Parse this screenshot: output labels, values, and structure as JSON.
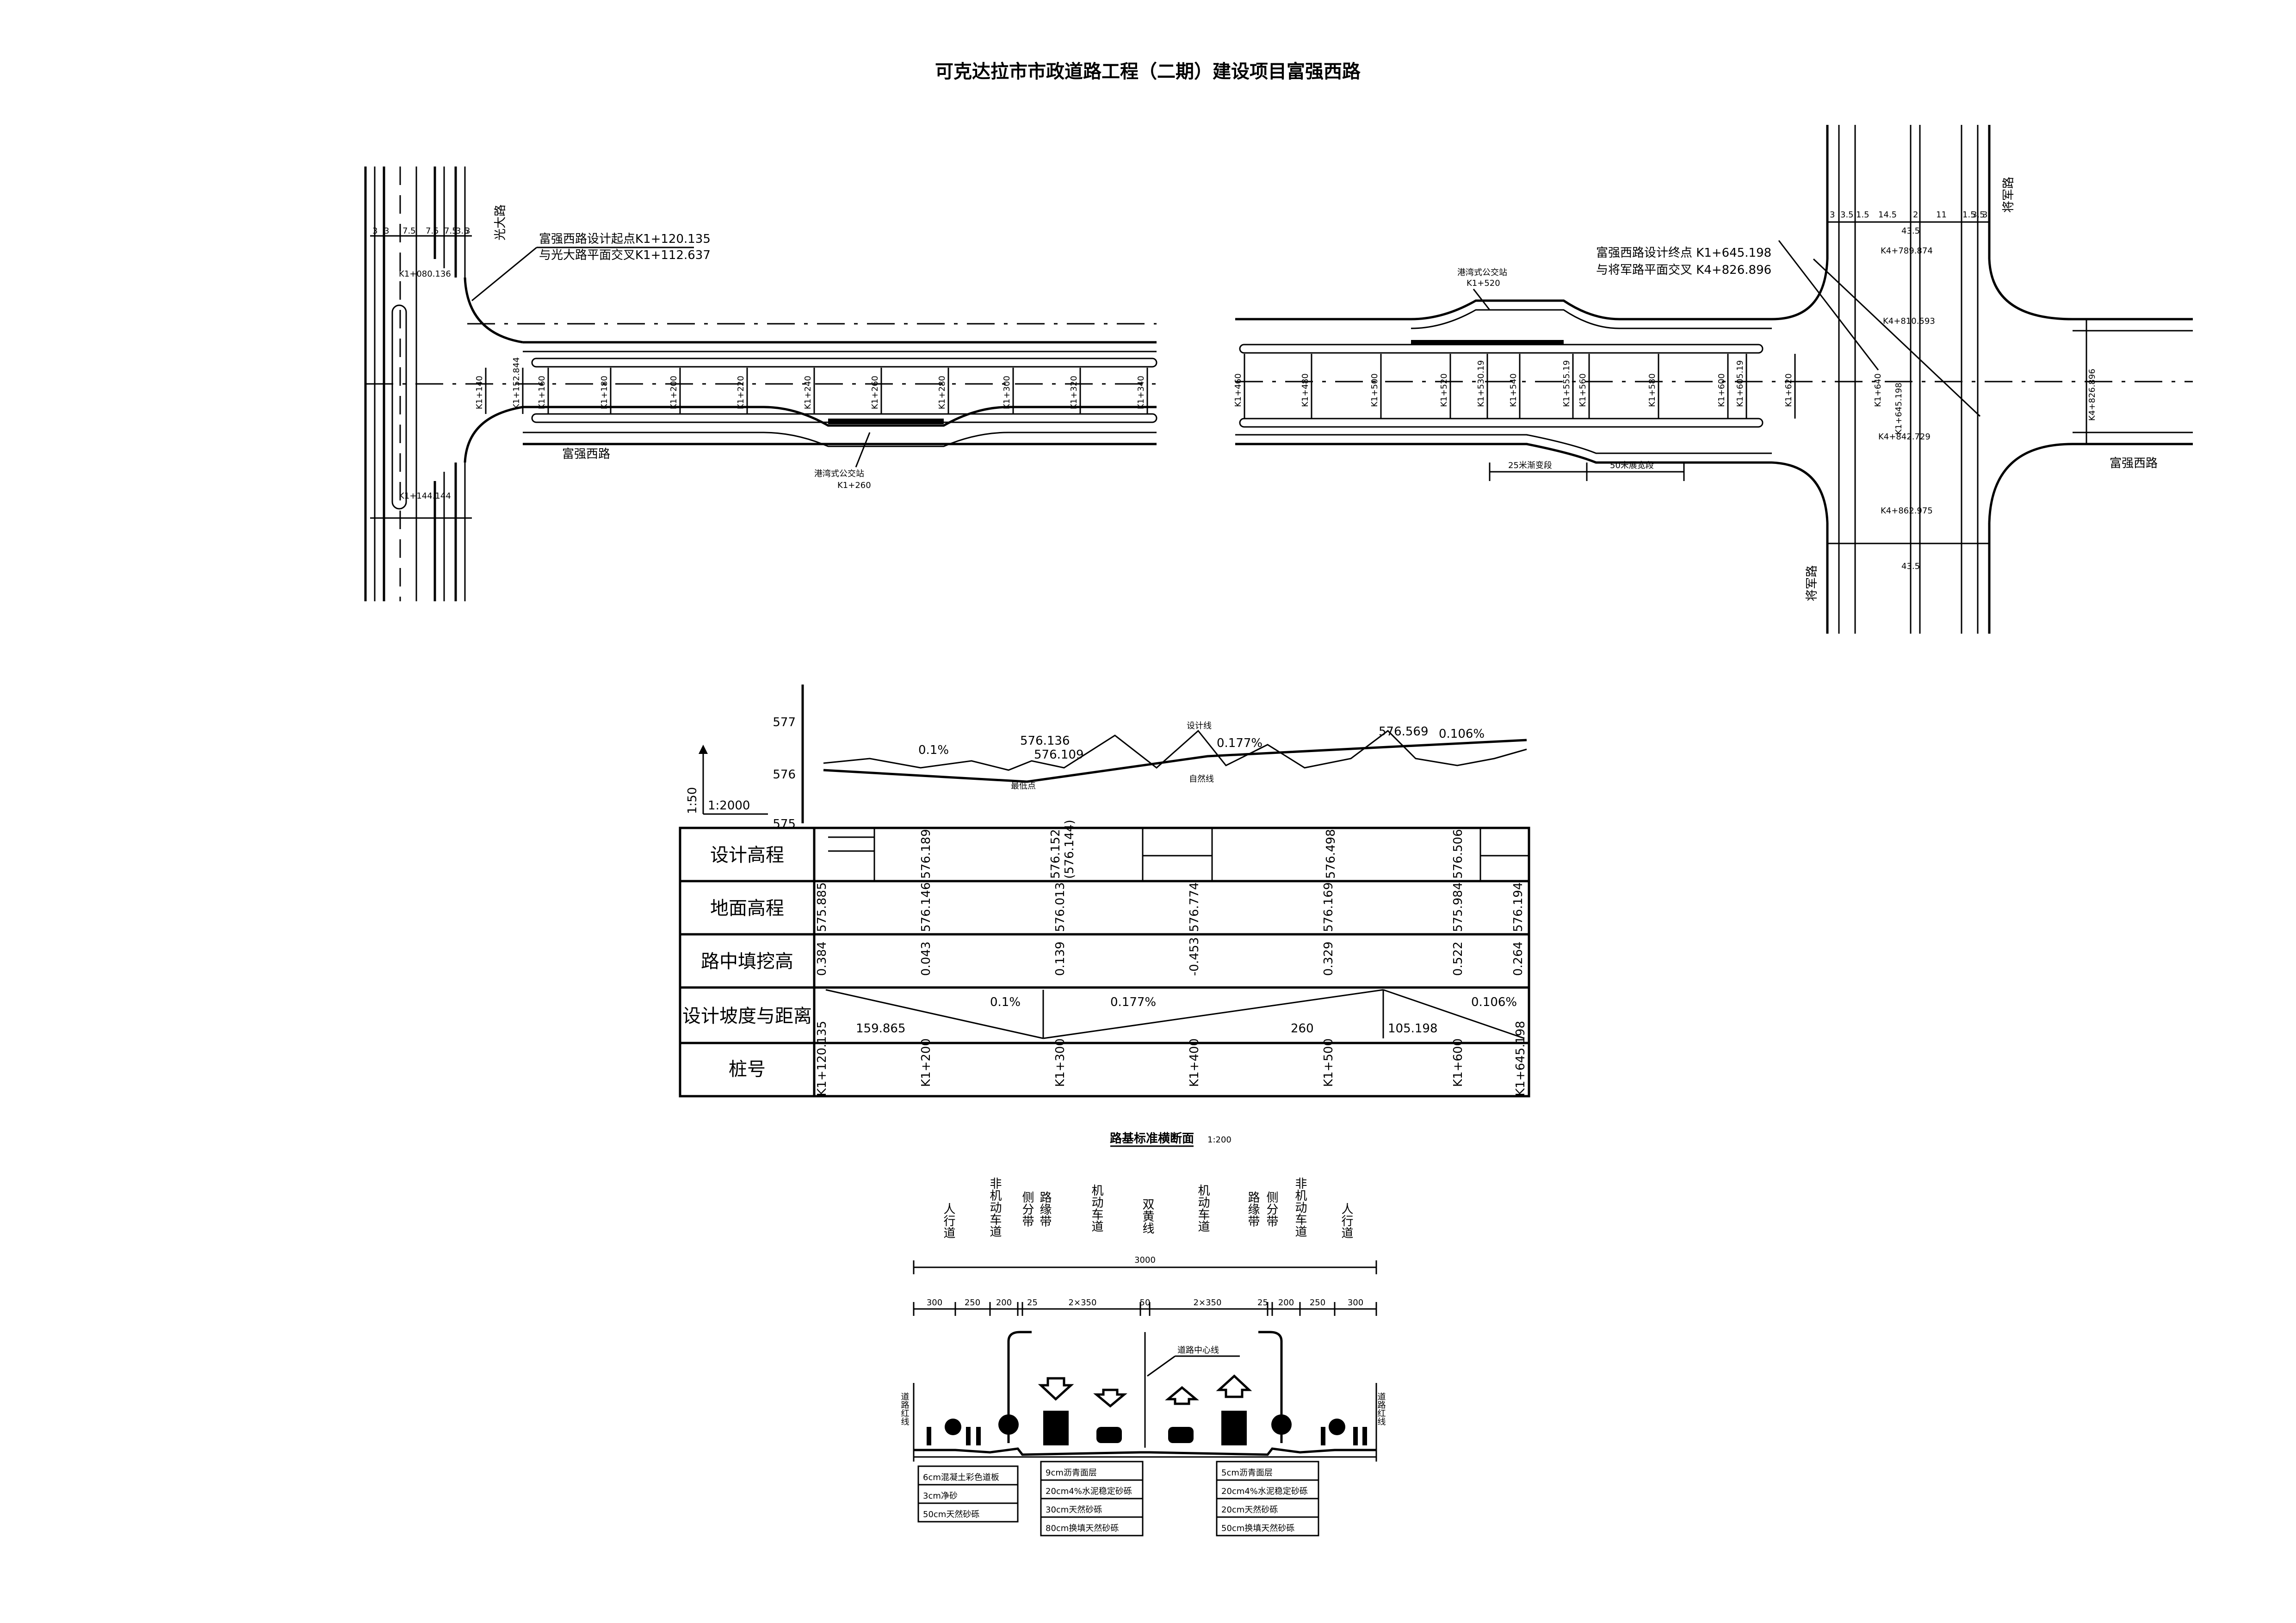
{
  "title": "可克达拉市市政道路工程（二期）建设项目富强西路",
  "plan_left": {
    "road_guangda": "光大路",
    "road_fuqiang": "富强西路",
    "start_note_1": "富强西路设计起点K1+120.135",
    "start_note_2": "与光大路平面交叉K1+112.637",
    "bus_stop": "港湾式公交站",
    "bus_stop_station": "K1+260",
    "stations_top": [
      "K1+080.136"
    ],
    "stations_bottom": [
      "K1+144.144"
    ],
    "stations_main": [
      "K1+140",
      "K1+152.844",
      "K1+160",
      "K1+180",
      "K1+200",
      "K1+220",
      "K1+240",
      "K1+260",
      "K1+280",
      "K1+300",
      "K1+320",
      "K1+340"
    ],
    "cross_dims": [
      "3",
      "3",
      "7.5",
      "7.5",
      "7.5",
      "3.5",
      "3"
    ]
  },
  "plan_right": {
    "road_jiangjun": "将军路",
    "road_fuqiang": "富强西路",
    "end_note_1": "富强西路设计终点 K1+645.198",
    "end_note_2": "与将军路平面交叉 K4+826.896",
    "bus_stop": "港湾式公交站",
    "bus_stop_station": "K1+520",
    "transition": "25米渐变段",
    "widening": "50米展宽段",
    "stations_main": [
      "K1+460",
      "K1+480",
      "K1+500",
      "K1+520",
      "K1+530.19",
      "K1+540",
      "K1+555.19",
      "K1+560",
      "K1+580",
      "K1+600",
      "K1+605.19",
      "K1+620",
      "K1+640",
      "K1+645.198"
    ],
    "stations_cross": [
      "K4+789.874",
      "K4+810.593",
      "K4+842.729",
      "K4+862.975",
      "K4+826.896"
    ],
    "cross_dims_top": [
      "3",
      "3.5",
      "1.5",
      "14.5",
      "2",
      "11",
      "1.5",
      "3.5",
      "3"
    ],
    "cross_total": "43.5"
  },
  "profile": {
    "scale_v": "1:50",
    "scale_h": "1:2000",
    "axis_ticks": [
      "577",
      "576",
      "575"
    ],
    "labels": {
      "grade_1": "0.1%",
      "pvi_1": "576.136",
      "pvi_1b": "576.109",
      "low_point": "最低点",
      "design_line": "设计线",
      "grade_2": "0.177%",
      "ground_line": "自然线",
      "pvi_2": "576.569",
      "grade_3": "0.106%"
    },
    "row_titles": [
      "设计高程",
      "地面高程",
      "路中填挖高",
      "设计坡度与距离",
      "桩号"
    ],
    "design_elev": [
      "576.189",
      "576.152",
      "(576.144)",
      "576.498",
      "576.506"
    ],
    "ground_elev": [
      "575.885",
      "576.146",
      "576.013",
      "576.774",
      "576.169",
      "575.984",
      "576.194"
    ],
    "cut_fill": [
      "0.384",
      "0.043",
      "0.139",
      "-0.453",
      "0.329",
      "0.522",
      "0.264"
    ],
    "grades": [
      {
        "grade": "0.1%",
        "length": "159.865"
      },
      {
        "grade": "0.177%",
        "length": "260"
      },
      {
        "grade": "0.106%",
        "length": "105.198"
      }
    ],
    "stations": [
      "K1+120.135",
      "K1+200",
      "K1+300",
      "K1+400",
      "K1+500",
      "K1+600",
      "K1+645.198"
    ]
  },
  "section": {
    "title": "路基标准横断面",
    "scale": "1:200",
    "column_labels": [
      "人行道",
      "非机动车道",
      "侧分带",
      "路缘带",
      "机动车道",
      "双黄线",
      "机动车道",
      "路缘带",
      "侧分带",
      "非机动车道",
      "人行道"
    ],
    "total_width": "3000",
    "dims": [
      "300",
      "250",
      "200",
      "25",
      "2×350",
      "50",
      "2×350",
      "25",
      "200",
      "250",
      "300"
    ],
    "centerline_label": "道路中心线",
    "red_line_label": "道路红线",
    "sidewalk_layers": [
      "6cm混凝土彩色道板",
      "3cm净砂",
      "50cm天然砂砾"
    ],
    "bike_layers": [
      "9cm沥青面层",
      "20cm4%水泥稳定砂砾",
      "30cm天然砂砾",
      "80cm换填天然砂砾"
    ],
    "motor_layers": [
      "5cm沥青面层",
      "20cm4%水泥稳定砂砾",
      "20cm天然砂砾",
      "50cm换填天然砂砾"
    ]
  }
}
